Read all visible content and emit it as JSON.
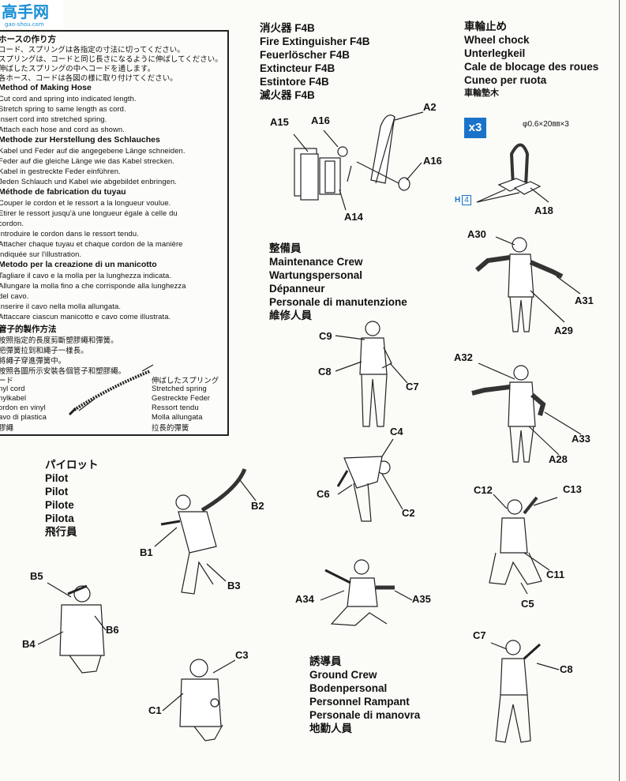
{
  "site": {
    "logo_text": "高手网",
    "logo_sub": "gao-shou.com"
  },
  "hose": {
    "title_jp": "ホースの作り方",
    "jp": [
      "コード、スプリングは各指定の寸法に切ってください。",
      "スプリングは、コードと同じ長さになるように伸ばしてください。",
      "伸ばしたスプリングの中へコードを通します。",
      "各ホース、コードは各図の様に取り付けてください。"
    ],
    "en_title": "Method of Making Hose",
    "en": [
      "Cut cord and spring into indicated length.",
      "Stretch spring to same length as cord.",
      "Insert cord into stretched spring.",
      "Attach each hose and cord as shown."
    ],
    "de_title": "Methode zur Herstellung des Schlauches",
    "de": [
      "Kabel und Feder auf die angegebene Länge schneiden.",
      "Feder auf die gleiche Länge wie das Kabel strecken.",
      "Kabel in gestreckte Feder einführen.",
      "Jeden Schlauch und Kabel wie abgebildet enbringen."
    ],
    "fr_title": "Méthode de fabrication du tuyau",
    "fr": [
      "Couper le cordon et le ressort a la longueur voulue.",
      "Etirer le ressort jusqu'à une longueur égale à celle du",
      "cordon.",
      "Introduire le cordon dans le ressort tendu.",
      "Attacher chaque tuyau et chaque cordon de la manière",
      "indiquée sur l'illustration."
    ],
    "it_title": "Metodo per la creazione di un manicotto",
    "it": [
      "Tagliare il cavo e la molla per la lunghezza indicata.",
      "Allungare la molla fino a che corrisponde alla lunghezza",
      "del cavo.",
      "Inserire il cavo nella molla allungata.",
      "Attaccare ciascun manicotto e cavo come illustrata."
    ],
    "zh_title": "管子的製作方法",
    "zh": [
      "按照指定的長度剪斷塑膠繩和彈簧。",
      "把彈簧拉到和繩子一樣長。",
      "將繩子穿進彈簧中。",
      "按照各圖所示安裝各個管子和塑膠繩。"
    ],
    "cord": [
      "ード",
      "nyl cord",
      "nylkabel",
      "ordon en vinyl",
      "avo di plastica",
      "膠繩"
    ],
    "spring": [
      "伸ばしたスプリング",
      "Stretched spring",
      "Gestreckte Feder",
      "Ressort tendu",
      "Molla allungata",
      "拉長的彈簧"
    ]
  },
  "extinguisher": {
    "lines": [
      "消火器  F4B",
      "Fire Extinguisher  F4B",
      "Feuerlöscher  F4B",
      "Extincteur  F4B",
      "Estintore  F4B",
      "滅火器  F4B"
    ]
  },
  "chock": {
    "lines": [
      "車輪止め",
      "Wheel chock",
      "Unterlegkeil",
      "Cale de blocage des roues",
      "Cuneo per ruota",
      "車輪墊木"
    ],
    "qty": "x3",
    "spec": "φ0.6×20㎜×3",
    "h_label": "H",
    "h_num": "4"
  },
  "maintenance": {
    "lines": [
      "整備員",
      "Maintenance Crew",
      "Wartungspersonal",
      "Dépanneur",
      "Personale di manutenzione",
      "維修人員"
    ]
  },
  "pilot": {
    "lines": [
      "パイロット",
      "Pilot",
      "Pilot",
      "Pilote",
      "Pilota",
      "飛行員"
    ]
  },
  "ground": {
    "lines": [
      "誘導員",
      "Ground Crew",
      "Bodenpersonal",
      "Personnel Rampant",
      "Personale di manovra",
      "地勤人員"
    ]
  },
  "parts": {
    "A15": "A15",
    "A16a": "A16",
    "A2": "A2",
    "A16b": "A16",
    "A14": "A14",
    "A18": "A18",
    "A30": "A30",
    "A31": "A31",
    "A29": "A29",
    "A32": "A32",
    "A33": "A33",
    "A28": "A28",
    "C9": "C9",
    "C8a": "C8",
    "C7a": "C7",
    "C4": "C4",
    "C6": "C6",
    "C2": "C2",
    "C12": "C12",
    "C13": "C13",
    "C11": "C11",
    "C5": "C5",
    "B2": "B2",
    "B1": "B1",
    "B3": "B3",
    "B5": "B5",
    "B6": "B6",
    "B4": "B4",
    "A34": "A34",
    "A35": "A35",
    "C3": "C3",
    "C1": "C1",
    "C7b": "C7",
    "C8b": "C8"
  }
}
